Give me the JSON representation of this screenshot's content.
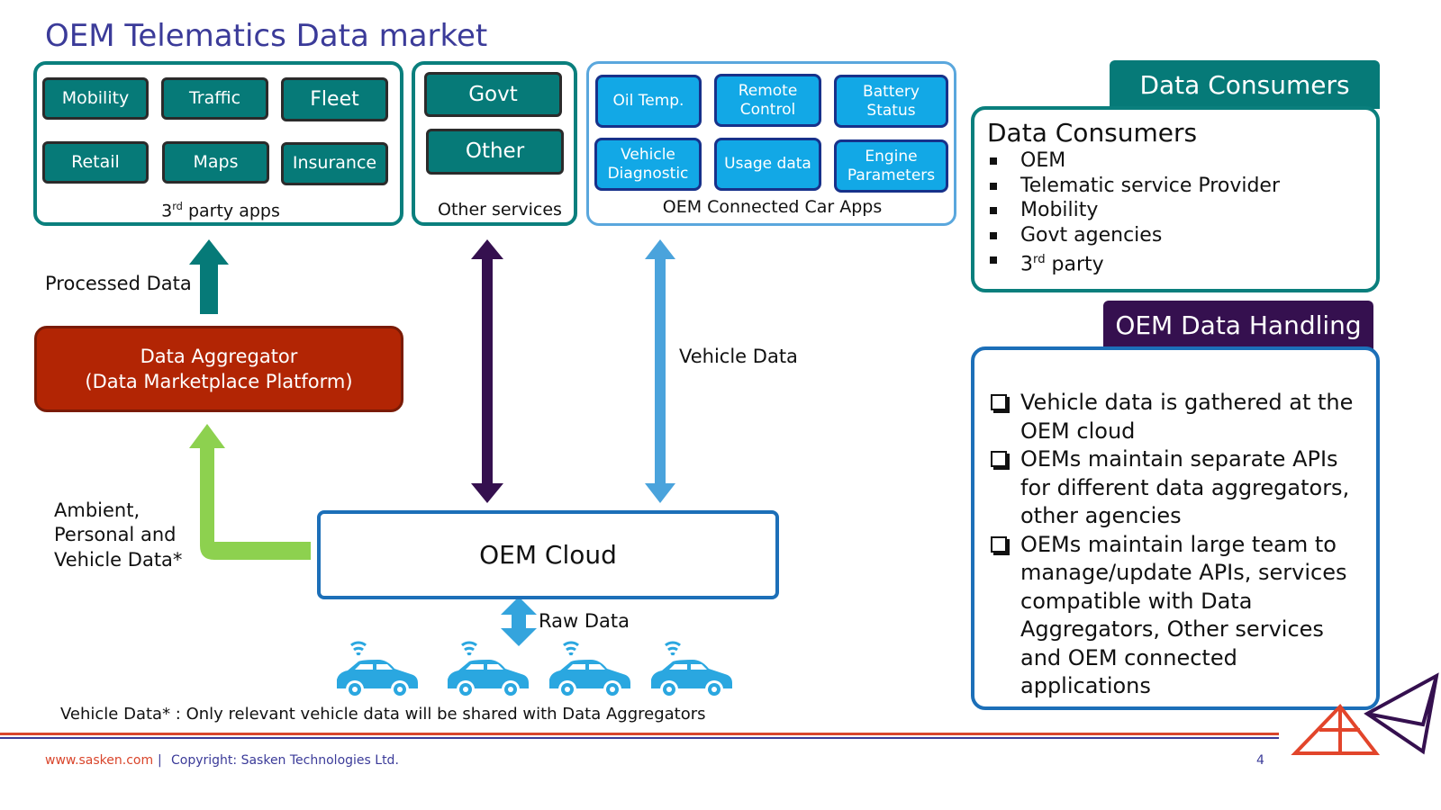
{
  "title": "OEM Telematics Data market",
  "third_party": {
    "apps": [
      "Mobility",
      "Traffic",
      "Fleet",
      "Retail",
      "Maps",
      "Insurance"
    ],
    "caption_base": "3",
    "caption_sup": "rd",
    "caption_rest": " party apps"
  },
  "other_services": {
    "items": [
      "Govt",
      "Other"
    ],
    "caption": "Other services"
  },
  "connected_apps": {
    "items": [
      "Oil Temp.",
      "Remote Control",
      "Battery Status",
      "Vehicle Diagnostic",
      "Usage data",
      "Engine Parameters"
    ],
    "caption": "OEM Connected Car Apps"
  },
  "labels": {
    "processed_data": "Processed Data",
    "vehicle_data": "Vehicle Data",
    "ambient": "Ambient, Personal and Vehicle Data*",
    "raw_data": "Raw Data"
  },
  "aggregator": {
    "line1": "Data Aggregator",
    "line2": "(Data Marketplace Platform)"
  },
  "cloud": "OEM Cloud",
  "footnote": "Vehicle Data* : Only relevant vehicle data will be shared with Data Aggregators",
  "consumers": {
    "tab": "Data Consumers",
    "heading": "Data Consumers",
    "items": [
      "OEM",
      "Telematic service Provider",
      "Mobility",
      "Govt agencies"
    ],
    "last_base": "3",
    "last_sup": "rd",
    "last_rest": " party"
  },
  "handling": {
    "tab": "OEM Data Handling",
    "items": [
      "Vehicle data is gathered at the OEM cloud",
      "OEMs maintain separate APIs for different data aggregators, other agencies",
      "OEMs maintain large team to manage/update APIs, services compatible with Data Aggregators, Other services and OEM connected applications"
    ]
  },
  "footer": {
    "site": "www.sasken.com",
    "separator": "|",
    "copyright": "Copyright: Sasken Technologies Ltd.",
    "page": "4"
  },
  "colors": {
    "teal": "#067a78",
    "blue": "#12a8e6",
    "purple": "#35104f",
    "green": "#8dd14f",
    "red": "#b22504",
    "title": "#3b3b99"
  }
}
